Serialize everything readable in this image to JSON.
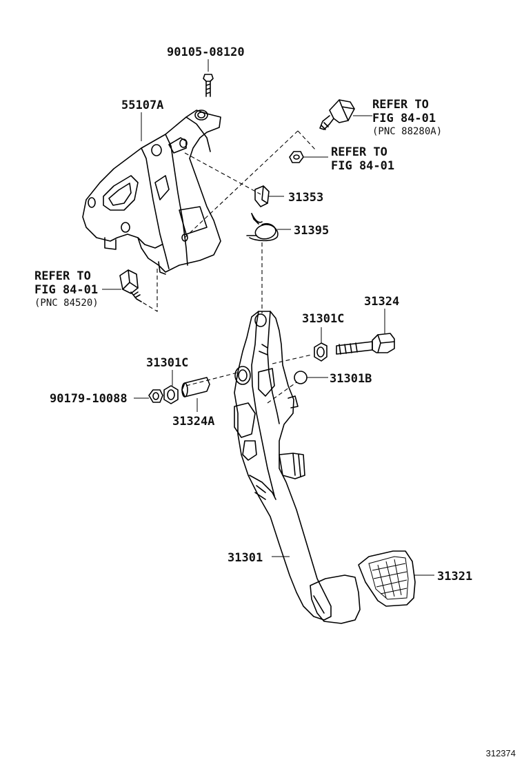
{
  "labels": {
    "bolt_top": "90105-08120",
    "bracket": "55107A",
    "switch_top_refer": "REFER TO",
    "switch_top_fig": "FIG 84-01",
    "switch_top_pnc": "(PNC 88280A)",
    "nut_refer": "REFER TO",
    "nut_fig": "FIG 84-01",
    "clip": "31353",
    "spring": "31395",
    "switch_left_refer": "REFER TO",
    "switch_left_fig": "FIG 84-01",
    "switch_left_pnc": "(PNC 84520)",
    "bolt_right": "31324",
    "bushing_right": "31301C",
    "bushing_left": "31301C",
    "stopper": "31301B",
    "nut_left": "90179-10088",
    "collar": "31324A",
    "pedal_arm": "31301",
    "pedal_pad": "31321",
    "figure_number": "312374"
  }
}
